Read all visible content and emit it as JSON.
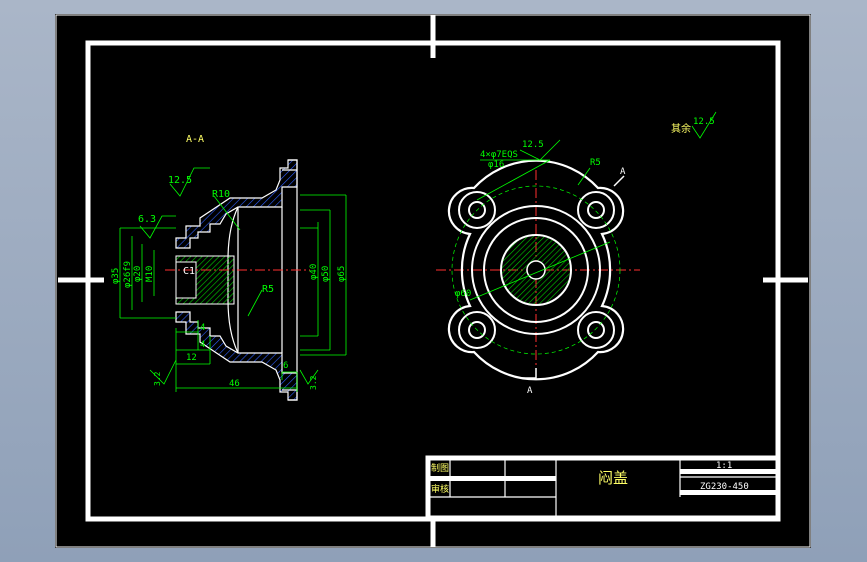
{
  "drawing": {
    "section_label": "A-A",
    "section_dims": {
      "roughness_top": "12.5",
      "roughness_left": "6.3",
      "radius_r10": "R10",
      "radius_r5": "R5",
      "chamfer": "C1",
      "d35": "φ35",
      "d26": "φ26f9",
      "d20": "φ20",
      "d10": "M10",
      "d40": "φ40",
      "d50": "φ50",
      "d65": "φ65",
      "len4": "4",
      "len12": "12",
      "len46": "46",
      "len6": "6",
      "rough_bl": "3.2",
      "rough_br": "3.2"
    },
    "plan_dims": {
      "holes": "4×φ7EQS",
      "d16": "φ16",
      "roughness": "12.5",
      "radius": "R5",
      "arrow_top": "A",
      "arrow_bottom": "A",
      "d60": "φ60",
      "other_rough_label": "其余",
      "other_rough_value": "12.5"
    },
    "title_block": {
      "row1_label": "制图",
      "row2_label": "审核",
      "part_name": "闷盖",
      "scale": "1:1",
      "material": "ZG230-450"
    }
  },
  "colors": {
    "background": "#000000",
    "frame": "#ffffff",
    "dimension": "#00ff00",
    "center": "#ff3030",
    "hatch": "#3060ff",
    "text": "#ffff66"
  }
}
